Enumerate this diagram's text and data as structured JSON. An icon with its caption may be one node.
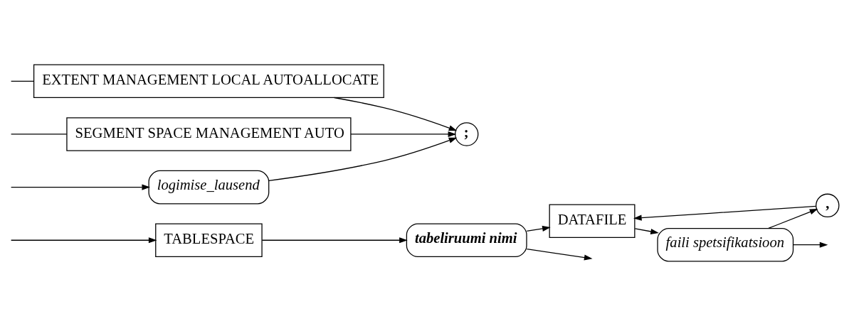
{
  "diagram": {
    "nodes": [
      {
        "text": [
          "TABLESPACE"
        ]
      },
      {
        "text": [
          "tabeliruumi nimi"
        ]
      },
      {
        "text": [
          "DATAFILE"
        ]
      },
      {
        "text": [
          ","
        ]
      },
      {
        "text": [
          "faili spetsifikatsioon"
        ]
      },
      {
        "text": [
          "logimise_lausend"
        ]
      },
      {
        "text": [
          "EXTENT MANAGEMENT LOCAL AUTOALLOCATE"
        ]
      },
      {
        "text": [
          "SEGMENT SPACE MANAGEMENT AUTO"
        ]
      },
      {
        "text": [
          ";"
        ]
      }
    ],
    "edges": [
      {
        "from": null,
        "to": 0,
        "arrow": "to"
      },
      {
        "from": 0,
        "to": 1,
        "arrow": "to"
      },
      {
        "from": 1,
        "to": 2,
        "arrow": "to"
      },
      {
        "from": 2,
        "to": 4,
        "arrow": "to"
      },
      {
        "from": 4,
        "to": 3,
        "arrow": "to"
      },
      {
        "from": 3,
        "to": 2,
        "arrow": "to"
      },
      {
        "from": 1,
        "to": null,
        "arrow": "to"
      },
      {
        "from": 4,
        "to": null,
        "arrow": "to"
      },
      {
        "from": null,
        "to": 5,
        "arrow": "to"
      },
      {
        "from": null,
        "to": 6,
        "arrow": "none"
      },
      {
        "from": null,
        "to": 7,
        "arrow": "none"
      },
      {
        "from": 5,
        "to": 8,
        "arrow": "to"
      },
      {
        "from": 6,
        "to": 8,
        "arrow": "to"
      },
      {
        "from": 7,
        "to": 8,
        "arrow": "to"
      }
    ]
  }
}
